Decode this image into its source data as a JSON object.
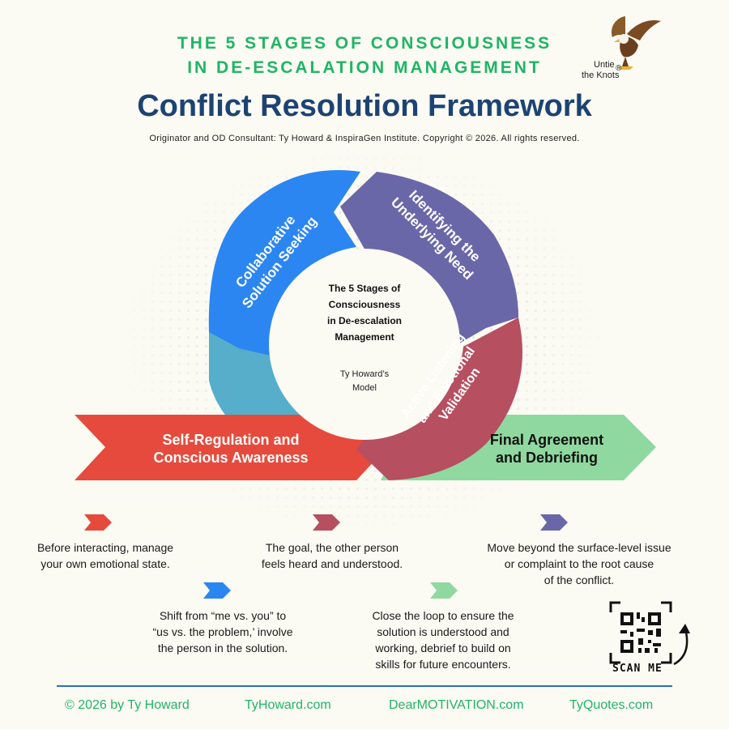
{
  "header": {
    "top_line1": "THE 5 STAGES OF CONSCIOUSNESS",
    "top_line2": "IN DE-ESCALATION MANAGEMENT",
    "main_title": "Conflict Resolution Framework",
    "originator": "Originator and OD Consultant: Ty Howard & InspiraGen Institute.   Copyright © 2026. All rights reserved."
  },
  "logo": {
    "line1": "Untie",
    "line2_a": "the Knots",
    "registered": "®",
    "icon": "eagle-icon"
  },
  "diagram": {
    "center_title": [
      "The 5 Stages of",
      "Consciousness",
      "in De-escalation",
      "Management"
    ],
    "center_model": [
      "Ty Howard’s",
      "Model"
    ],
    "stages": {
      "collaborative": [
        "Collaborative",
        "Solution Seeking"
      ],
      "identifying": [
        "Identifying the",
        "Underlying Need"
      ],
      "active": [
        "Active Listening",
        "and Emotional",
        "Validation"
      ],
      "self_regulation": [
        "Self-Regulation and",
        "Conscious Awareness"
      ],
      "final": [
        "Final Agreement",
        "and Debriefing"
      ]
    },
    "colors": {
      "collaborative": "#2b86f1",
      "identifying": "#6a67a8",
      "active": "#b64f60",
      "self_regulation": "#e54a3c",
      "final": "#8fd9a0",
      "teal": "#56aecb"
    }
  },
  "descriptions": {
    "self_regulation": [
      "Before interacting, manage",
      "your own emotional state."
    ],
    "active": [
      "The goal, the other person",
      "feels heard and understood."
    ],
    "identifying": [
      "Move beyond the surface-level issue",
      "or complaint to the root cause",
      "of the conflict."
    ],
    "collaborative": [
      "Shift from “me vs. you” to",
      "“us vs. the problem,’ involve",
      "the person in the solution."
    ],
    "final": [
      "Close the loop to ensure the",
      "solution is understood and",
      "working, debrief to build on",
      "skills for future encounters."
    ]
  },
  "qr": {
    "label": "SCAN  ME",
    "icon": "qr-code-icon"
  },
  "footer": {
    "copyright": "© 2026 by Ty Howard",
    "link1": "TyHoward.com",
    "link2": "DearMOTIVATION.com",
    "link3": "TyQuotes.com"
  }
}
